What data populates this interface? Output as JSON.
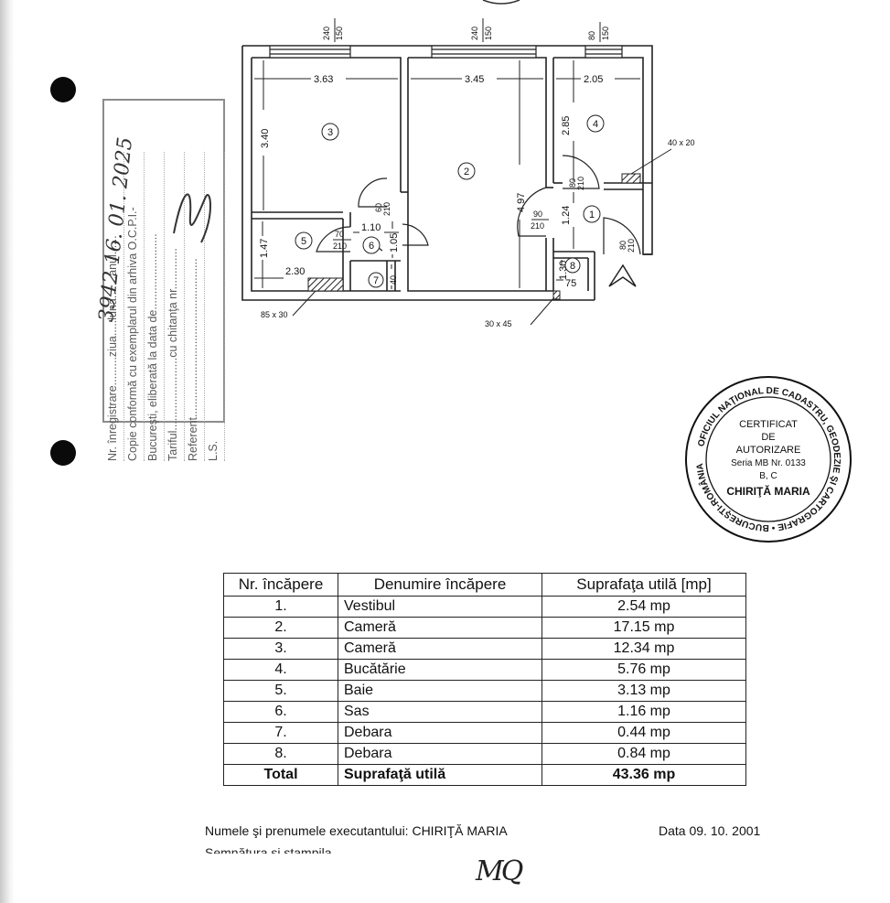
{
  "plan": {
    "window_labels": [
      {
        "top": "240",
        "bottom": "150"
      },
      {
        "top": "240",
        "bottom": "150"
      },
      {
        "top": "80",
        "bottom": "150"
      }
    ],
    "dimensions": {
      "room3_width": "3.63",
      "room2_width": "3.45",
      "room4_width": "2.05",
      "room3_height": "3.40",
      "room2_height": "4.97",
      "room4_height": "2.85",
      "room1_height": "1.24",
      "room5_height": "1.47",
      "room5_width": "2.30",
      "room6_width": "1.10",
      "room6_height": "1.05",
      "room7_height": "40",
      "room8_height": "1.30",
      "room8_width": "75"
    },
    "room_numbers": [
      "1",
      "2",
      "3",
      "4",
      "5",
      "6",
      "7",
      "8"
    ],
    "doors": {
      "d70": {
        "top": "70",
        "bottom": "210"
      },
      "d60_room6": {
        "top": "60",
        "bottom": "210"
      },
      "d90": {
        "top": "90",
        "bottom": "210"
      },
      "d80_room4": {
        "top": "80",
        "bottom": "210"
      },
      "d80_entrance": {
        "top": "80",
        "bottom": "210"
      }
    },
    "shafts": {
      "s85": "85 x 30",
      "s40": "40 x 20",
      "s30": "30 x 45"
    }
  },
  "stamp": {
    "lines": [
      "Nr. înregistrare.........ziua.....luna.......anul......",
      "Copie conformă cu exemplarul din arhiva O.C.P.I.-",
      "Bucureşti, eliberată la data de........................",
      "Tariful.......................cu chitanţa nr.............",
      "Referent..................................................",
      "L.S."
    ],
    "handwritten": "3942   16. 01. 2025"
  },
  "seal": {
    "ring_text": "OFICIUL NAŢIONAL DE CADASTRU, GEODEZIE ŞI CARTOGRAFIE • BUCUREŞTI-ROMÂNIA •",
    "line1": "CERTIFICAT",
    "line2": "DE",
    "line3": "AUTORIZARE",
    "line4": "Seria MB Nr. 0133",
    "line5": "B, C",
    "line6": "CHIRIŢĂ MARIA"
  },
  "table": {
    "headers": [
      "Nr. încăpere",
      "Denumire încăpere",
      "Suprafaţa utilă [mp]"
    ],
    "rows": [
      {
        "nr": "1.",
        "name": "Vestibul",
        "area": "2.54 mp"
      },
      {
        "nr": "2.",
        "name": "Cameră",
        "area": "17.15 mp"
      },
      {
        "nr": "3.",
        "name": "Cameră",
        "area": "12.34 mp"
      },
      {
        "nr": "4.",
        "name": "Bucătărie",
        "area": "5.76 mp"
      },
      {
        "nr": "5.",
        "name": "Baie",
        "area": "3.13 mp"
      },
      {
        "nr": "6.",
        "name": "Sas",
        "area": "1.16 mp"
      },
      {
        "nr": "7.",
        "name": "Debara",
        "area": "0.44 mp"
      },
      {
        "nr": "8.",
        "name": "Debara",
        "area": "0.84 mp"
      }
    ],
    "total": {
      "nr": "Total",
      "name": "Suprafaţă utilă",
      "area": "43.36 mp"
    }
  },
  "footer": {
    "executant": "Numele şi prenumele executantului: CHIRIŢĂ MARIA",
    "date": "Data 09. 10. 2001",
    "signature_label": "Semnătura şi ştampila",
    "signature": "MQ"
  }
}
